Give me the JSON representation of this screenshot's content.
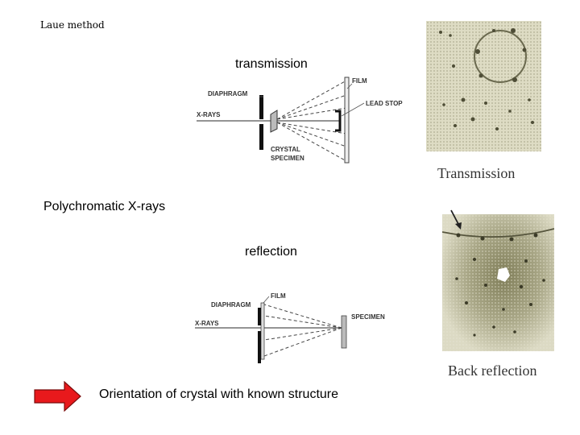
{
  "slide": {
    "title": "Laue method",
    "transmission_heading": "transmission",
    "polychromatic_label": "Polychromatic X-rays",
    "reflection_heading": "reflection",
    "bottom_statement": "Orientation of crystal with known structure"
  },
  "transmission_diagram": {
    "diaphragm": "DIAPHRAGM",
    "xrays": "X-RAYS",
    "film": "FILM",
    "lead_stop": "LEAD STOP",
    "crystal_line1": "CRYSTAL",
    "crystal_line2": "SPECIMEN"
  },
  "reflection_diagram": {
    "diaphragm": "DIAPHRAGM",
    "xrays": "X-RAYS",
    "film": "FILM",
    "specimen": "SPECIMEN"
  },
  "photos": {
    "transmission_caption": "Transmission",
    "back_reflection_caption": "Back reflection"
  },
  "colors": {
    "arrow": "#e8191c",
    "photo_bg": "#d8d6bd",
    "photo_dark": "#8e8c6a",
    "diagram_gray": "#555555"
  }
}
